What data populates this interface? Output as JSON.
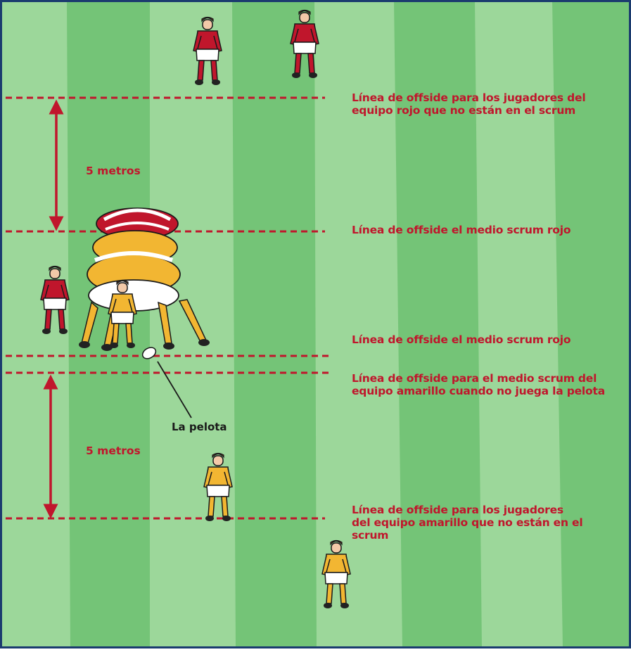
{
  "colors": {
    "field_light": "#9cd79a",
    "field_dark": "#74c477",
    "border": "#1b3b6f",
    "accent_red": "#c0162c",
    "red_jersey": "#c0162c",
    "yellow_jersey": "#f2b632",
    "shorts": "#ffffff",
    "ink": "#1a1a1a"
  },
  "labels": {
    "red_offside_line": "Línea de offside para los jugadores del equipo rojo que no están en el scrum",
    "red_scrumhalf_line_1": "Línea de offside el medio scrum rojo",
    "red_scrumhalf_line_2": "Línea de offside el medio scrum rojo",
    "yellow_scrumhalf_line": "Línea de offside para el medio scrum del equipo amarillo cuando no juega la pelota",
    "yellow_offside_line": "Línea de offside para los jugadores del equipo amarillo que no están en el scrum",
    "distance_top": "5 metros",
    "distance_bottom": "5 metros",
    "ball": "La pelota"
  },
  "icons": {
    "players": "rugby-player-icon",
    "scrum": "scrum-pack-icon",
    "ball": "rugby-ball-icon"
  }
}
